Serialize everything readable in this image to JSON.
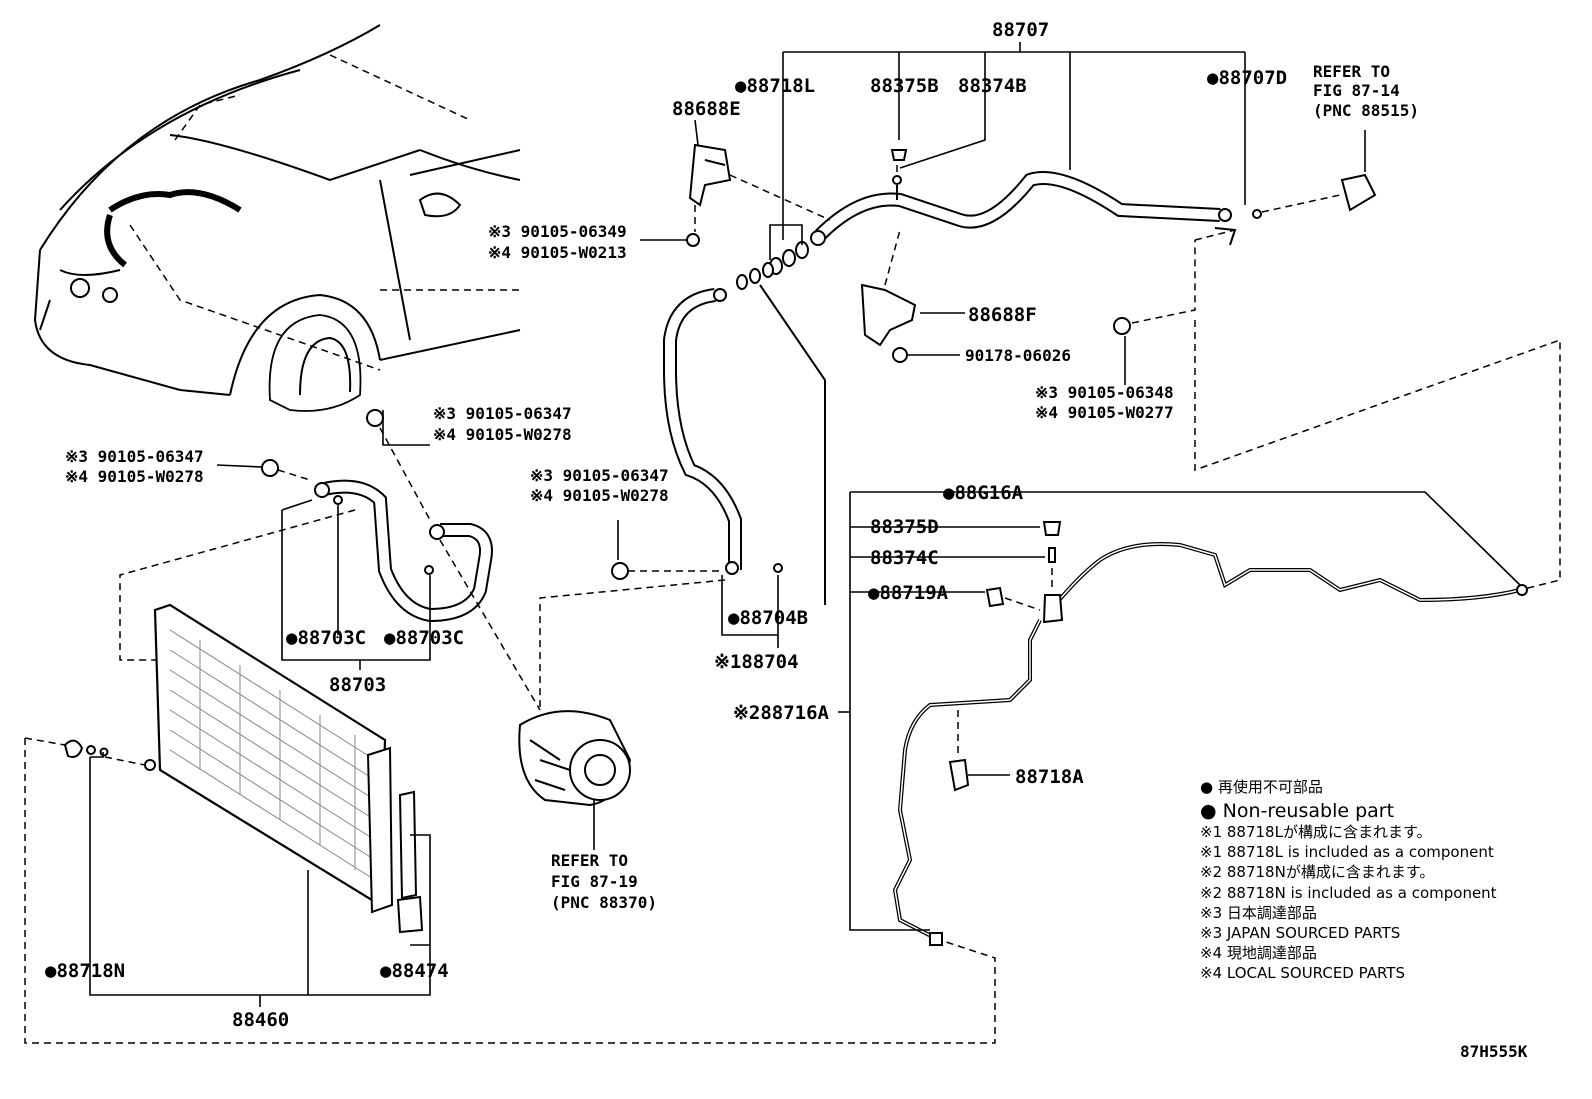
{
  "labels": {
    "p88707": "88707",
    "p88718L": "●88718L",
    "p88375B": "88375B",
    "p88374B": "88374B",
    "p88707D": "●88707D",
    "refer1_l1": "REFER TO",
    "refer1_l2": "FIG 87-14",
    "refer1_l3": "(PNC 88515)",
    "p88688E": "88688E",
    "b1_l1": "※3 90105-06349",
    "b1_l2": "※4 90105-W0213",
    "p88688F": "88688F",
    "p90178": "90178-06026",
    "b2_l1": "※3 90105-06348",
    "b2_l2": "※4 90105-W0277",
    "b3_l1": "※3 90105-06347",
    "b3_l2": "※4 90105-W0278",
    "b4_l1": "※3 90105-06347",
    "b4_l2": "※4 90105-W0278",
    "b5_l1": "※3 90105-06347",
    "b5_l2": "※4 90105-W0278",
    "p88G16A": "●88G16A",
    "p88375D": "88375D",
    "p88374C": "88374C",
    "p88719A": "●88719A",
    "p88703C_a": "●88703C",
    "p88703C_b": "●88703C",
    "p88703": "88703",
    "p88704B": "●88704B",
    "p88704": "※188704",
    "p88716A": "※288716A",
    "p88718A": "88718A",
    "refer2_l1": "REFER TO",
    "refer2_l2": "FIG 87-19",
    "refer2_l3": "(PNC 88370)",
    "p88718N": "●88718N",
    "p88474": "●88474",
    "p88460": "88460",
    "figure_code": "87H555K"
  },
  "legend": [
    "● 再使用不可部品",
    "● Non-reusable part",
    "※1 88718Lが構成に含まれます。",
    "※1 88718L is included as a component",
    "※2 88718Nが構成に含まれます。",
    "※2 88718N is included as a component",
    "※3 日本調達部品",
    "※3 JAPAN SOURCED PARTS",
    "※4 現地調達部品",
    "※4 LOCAL SOURCED PARTS"
  ]
}
